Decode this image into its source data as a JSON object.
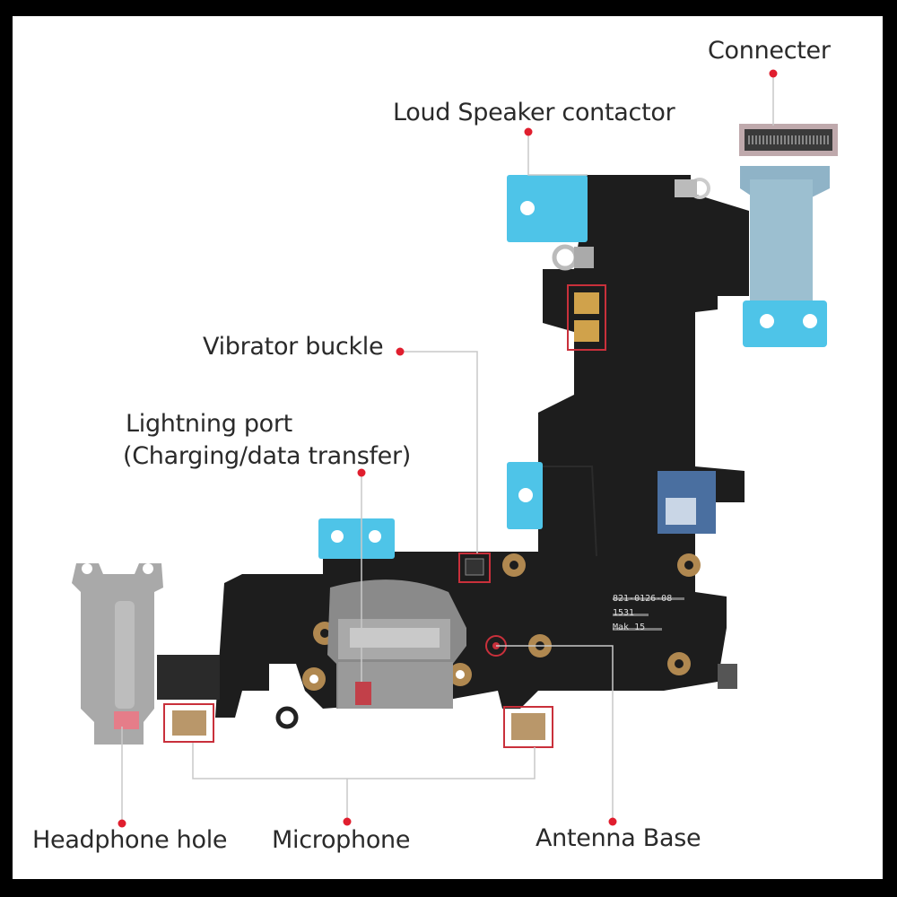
{
  "labels": {
    "connecter": "Connecter",
    "loud_speaker_contactor": "Loud Speaker contactor",
    "vibrator_buckle": "Vibrator buckle",
    "lightning_port_line1": "Lightning port",
    "lightning_port_line2": "(Charging/data transfer)",
    "headphone_hole": "Headphone hole",
    "microphone": "Microphone",
    "antenna_base": "Antenna Base"
  },
  "board_print": {
    "part_number": "821-0126-08",
    "date_code": "1531",
    "maker": "Mak 15"
  },
  "colors": {
    "label_dot": "#e01e2e",
    "mount_tab": "#4ec4e8",
    "board": "#1d1d1d"
  }
}
